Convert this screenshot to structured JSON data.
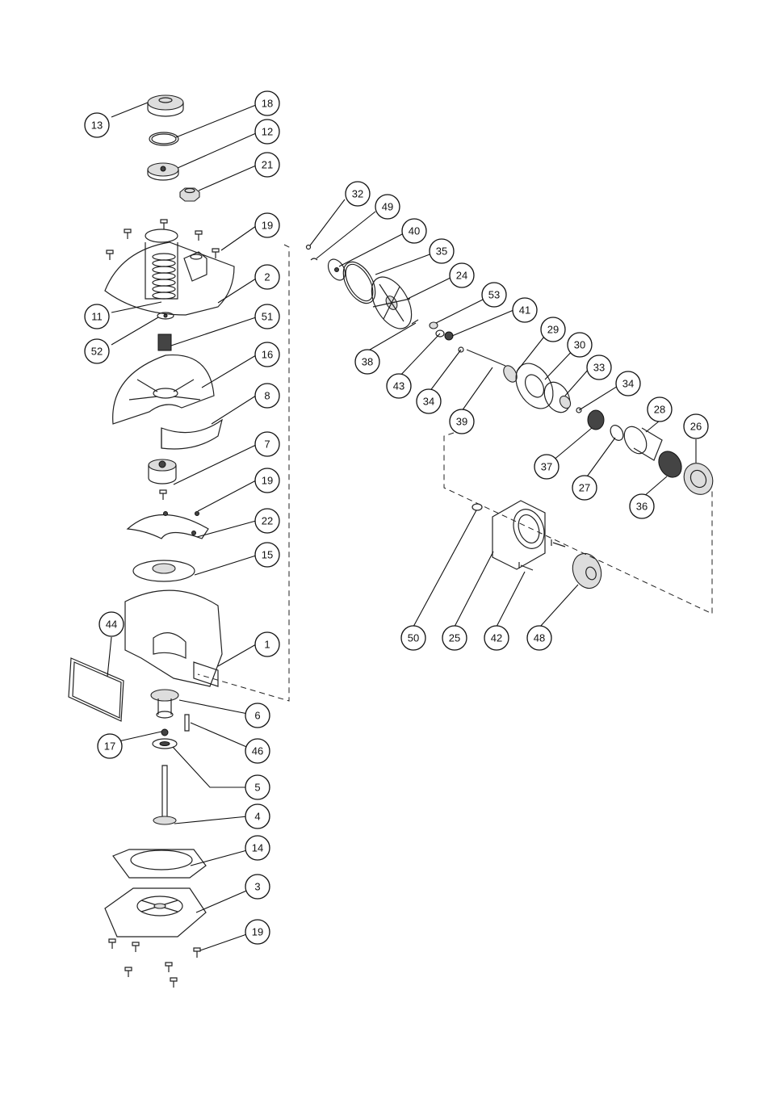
{
  "callouts": [
    {
      "id": "c13",
      "label": "13"
    },
    {
      "id": "c18",
      "label": "18"
    },
    {
      "id": "c12",
      "label": "12"
    },
    {
      "id": "c21",
      "label": "21"
    },
    {
      "id": "c19a",
      "label": "19"
    },
    {
      "id": "c2",
      "label": "2"
    },
    {
      "id": "c11",
      "label": "11"
    },
    {
      "id": "c51",
      "label": "51"
    },
    {
      "id": "c52",
      "label": "52"
    },
    {
      "id": "c16",
      "label": "16"
    },
    {
      "id": "c8",
      "label": "8"
    },
    {
      "id": "c7",
      "label": "7"
    },
    {
      "id": "c19b",
      "label": "19"
    },
    {
      "id": "c22",
      "label": "22"
    },
    {
      "id": "c15",
      "label": "15"
    },
    {
      "id": "c44",
      "label": "44"
    },
    {
      "id": "c1",
      "label": "1"
    },
    {
      "id": "c6",
      "label": "6"
    },
    {
      "id": "c17",
      "label": "17"
    },
    {
      "id": "c46",
      "label": "46"
    },
    {
      "id": "c5",
      "label": "5"
    },
    {
      "id": "c4",
      "label": "4"
    },
    {
      "id": "c14",
      "label": "14"
    },
    {
      "id": "c3",
      "label": "3"
    },
    {
      "id": "c19c",
      "label": "19"
    },
    {
      "id": "c32",
      "label": "32"
    },
    {
      "id": "c49",
      "label": "49"
    },
    {
      "id": "c40",
      "label": "40"
    },
    {
      "id": "c35",
      "label": "35"
    },
    {
      "id": "c24",
      "label": "24"
    },
    {
      "id": "c53",
      "label": "53"
    },
    {
      "id": "c41",
      "label": "41"
    },
    {
      "id": "c38",
      "label": "38"
    },
    {
      "id": "c43",
      "label": "43"
    },
    {
      "id": "c34a",
      "label": "34"
    },
    {
      "id": "c39",
      "label": "39"
    },
    {
      "id": "c29",
      "label": "29"
    },
    {
      "id": "c30",
      "label": "30"
    },
    {
      "id": "c33",
      "label": "33"
    },
    {
      "id": "c34b",
      "label": "34"
    },
    {
      "id": "c28",
      "label": "28"
    },
    {
      "id": "c26",
      "label": "26"
    },
    {
      "id": "c37",
      "label": "37"
    },
    {
      "id": "c27",
      "label": "27"
    },
    {
      "id": "c36",
      "label": "36"
    },
    {
      "id": "c50",
      "label": "50"
    },
    {
      "id": "c25",
      "label": "25"
    },
    {
      "id": "c42",
      "label": "42"
    },
    {
      "id": "c48",
      "label": "48"
    }
  ]
}
